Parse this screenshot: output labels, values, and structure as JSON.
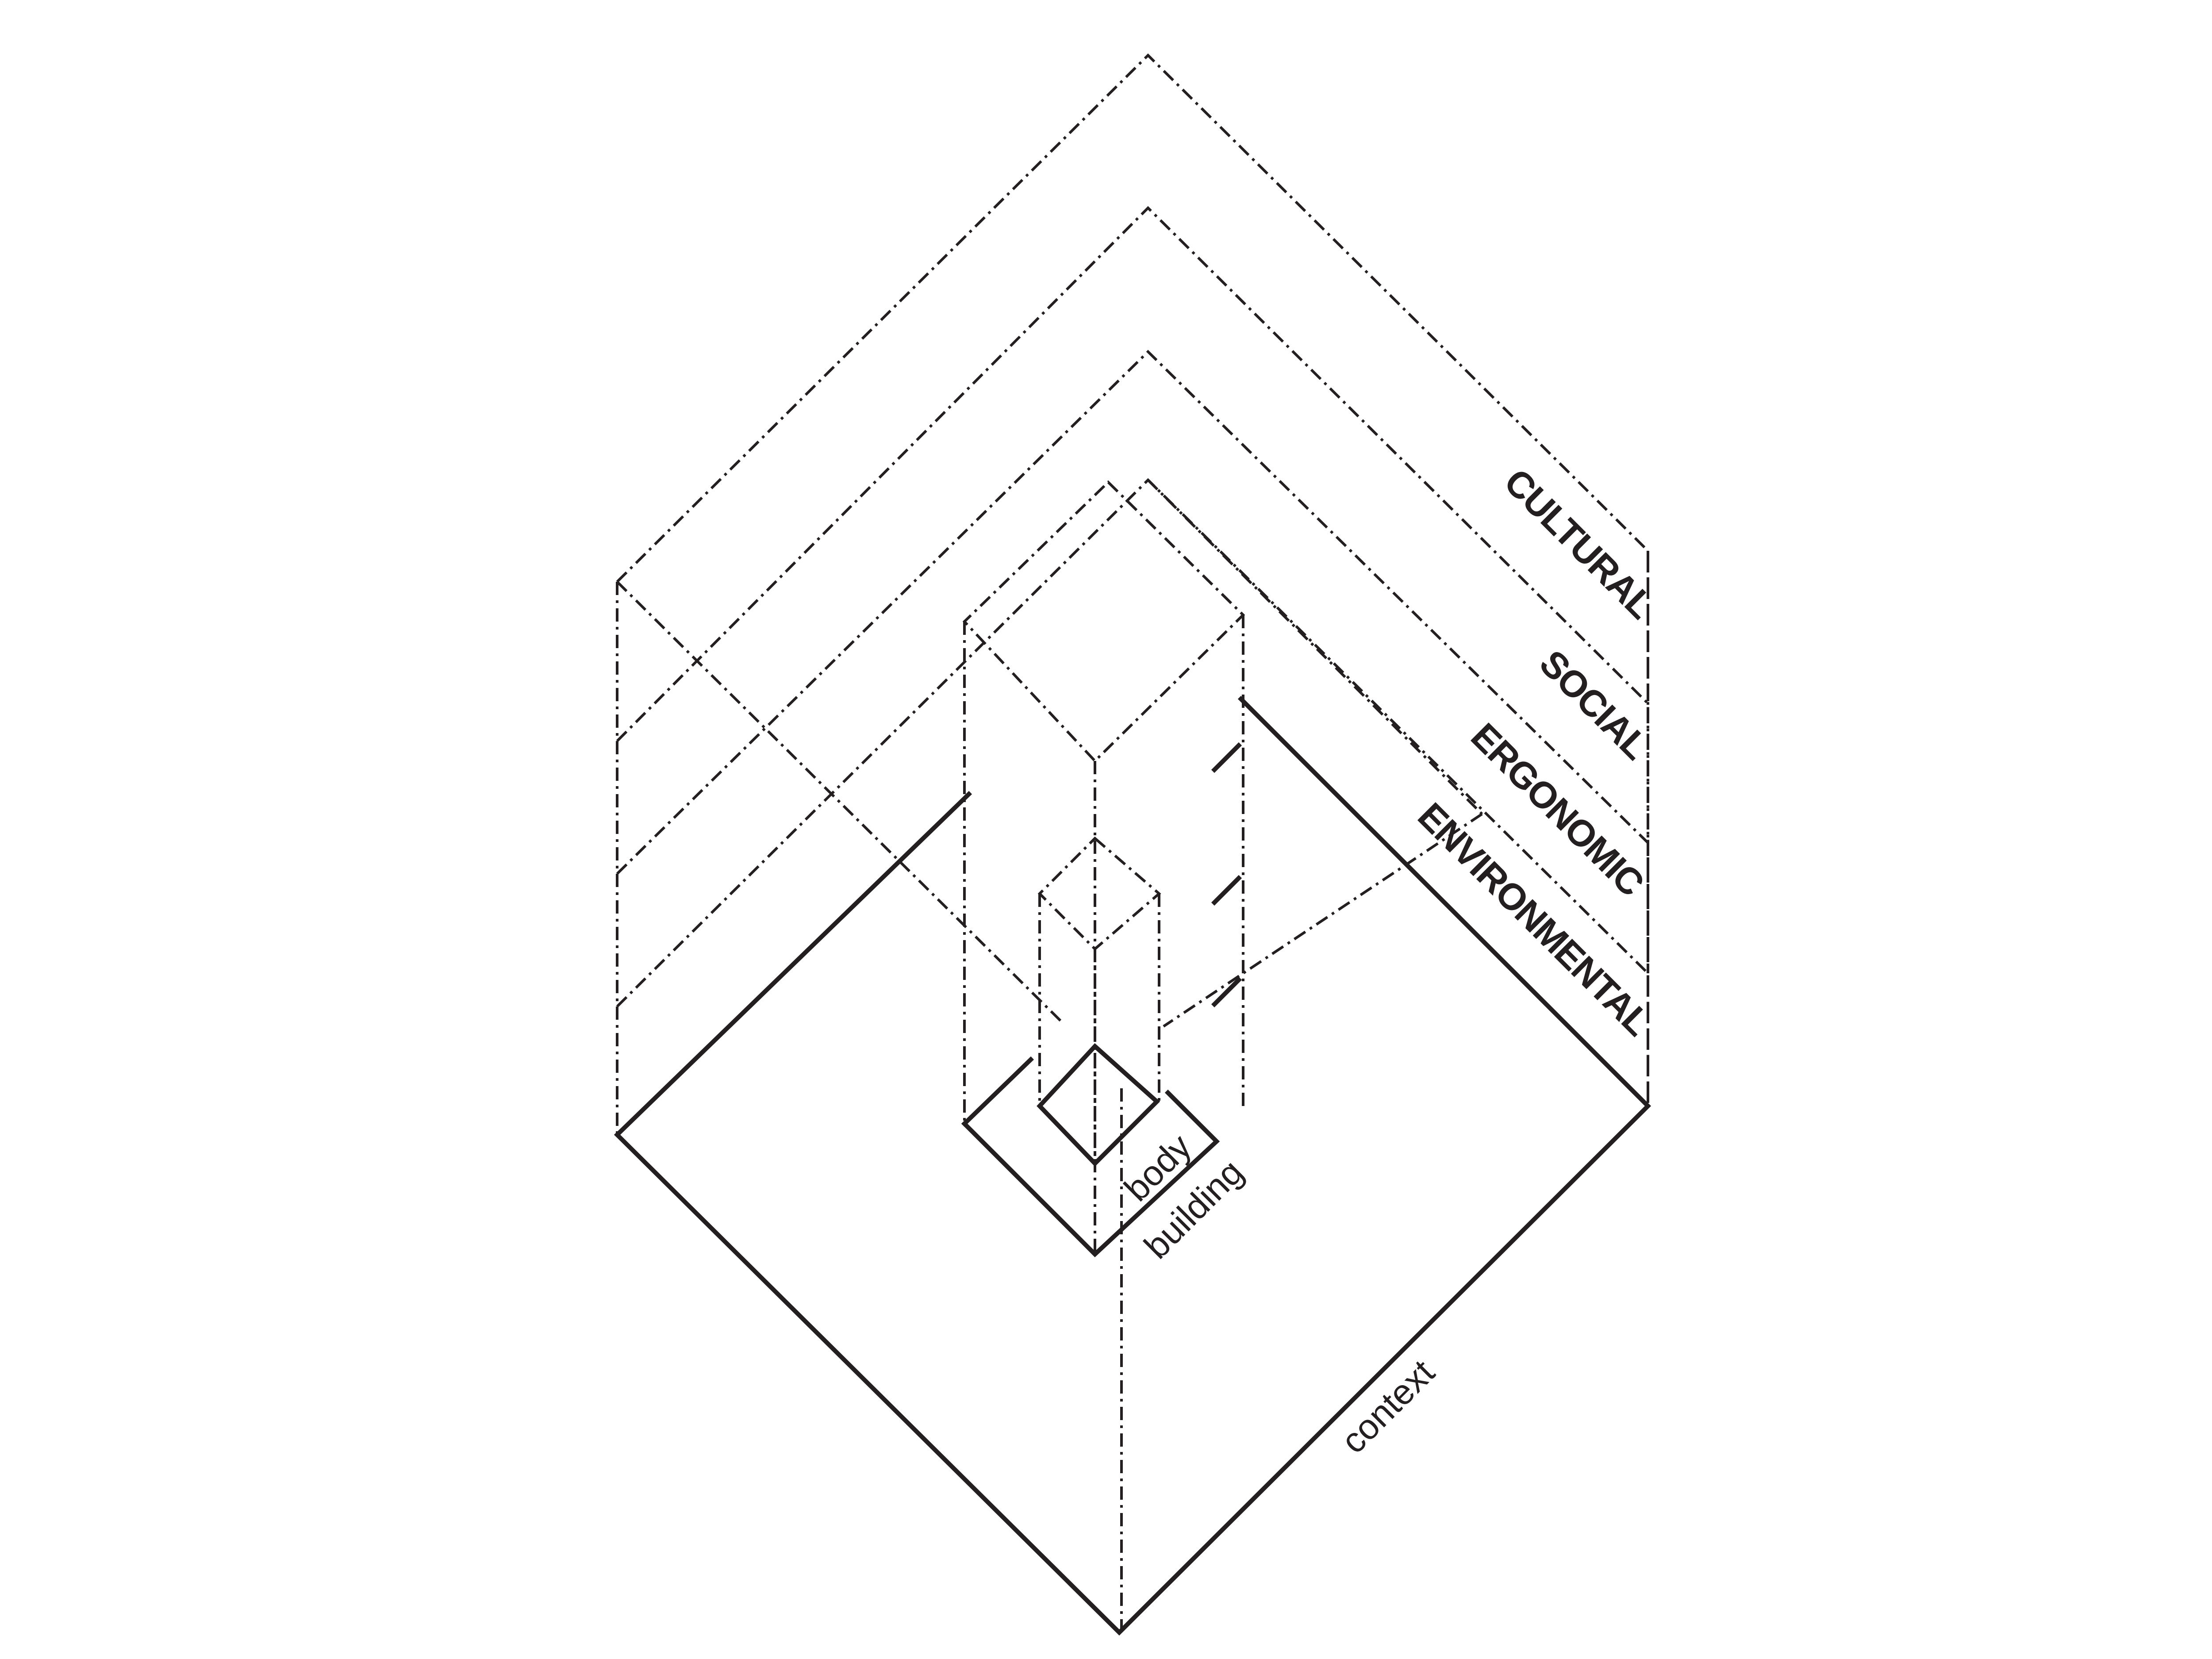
{
  "colors": {
    "line": "#231f20",
    "background": "#ffffff"
  },
  "layers": {
    "cultural": "CULTURAL",
    "social": "SOCIAL",
    "ergonomic": "ERGONOMIC",
    "environmental": "ENVIRONMENTAL"
  },
  "scales": {
    "body": "body",
    "building": "building",
    "context": "context"
  }
}
